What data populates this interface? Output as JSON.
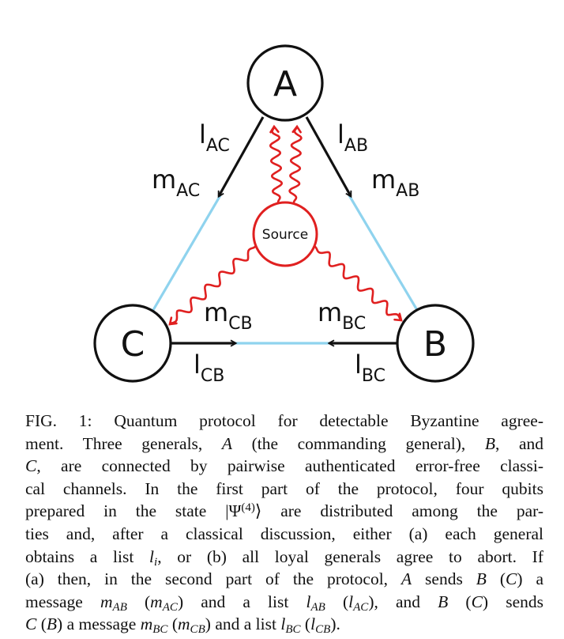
{
  "figure": {
    "nodes": {
      "a": "A",
      "b": "B",
      "c": "C",
      "source": "Source"
    },
    "labels": {
      "l_ac": {
        "main": "l",
        "sub": "AC"
      },
      "m_ac": {
        "main": "m",
        "sub": "AC"
      },
      "l_ab": {
        "main": "l",
        "sub": "AB"
      },
      "m_ab": {
        "main": "m",
        "sub": "AB"
      },
      "m_cb": {
        "main": "m",
        "sub": "CB"
      },
      "m_bc": {
        "main": "m",
        "sub": "BC"
      },
      "l_cb": {
        "main": "l",
        "sub": "CB"
      },
      "l_bc": {
        "main": "l",
        "sub": "BC"
      }
    },
    "colors": {
      "classical_channel": "#8fd3ee",
      "quantum_link": "#e02020",
      "arrow": "#111111",
      "node_stroke": "#111111"
    }
  },
  "caption": {
    "fig_label": "FIG. 1:",
    "text": "Quantum protocol for detectable Byzantine agreement. Three generals, A (the commanding general), B, and C, are connected by pairwise authenticated error-free classical channels. In the first part of the protocol, four qubits prepared in the state |Ψ(4)⟩ are distributed among the parties and, after a classical discussion, either (a) each general obtains a list li, or (b) all loyal generals agree to abort. If (a) then, in the second part of the protocol, A sends B (C) a message mAB (mAC) and a list lAB (lAC), and B (C) sends C (B) a message mBC (mCB) and a list lBC (lCB)."
  }
}
